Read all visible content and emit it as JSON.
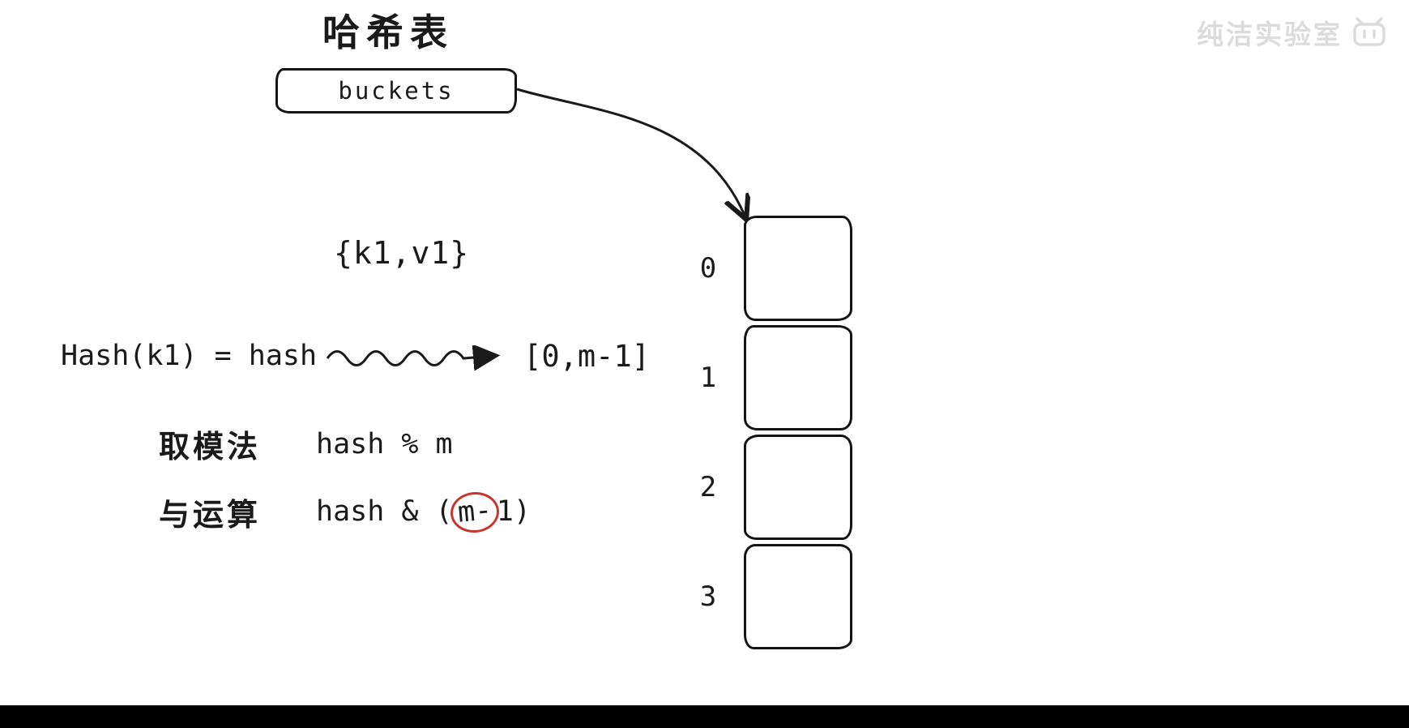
{
  "title": "哈希表",
  "buckets": {
    "label": "buckets"
  },
  "kv_pair": "{k1,v1}",
  "hash_line": {
    "lhs": "Hash(k1) = hash",
    "range": "[0,m-1]"
  },
  "methods": {
    "modulo": {
      "name": "取模法",
      "formula": "hash % m"
    },
    "bitand": {
      "name": "与运算",
      "prefix": "hash & (",
      "circled": "m-",
      "suffix": "1)"
    }
  },
  "array": {
    "indices": [
      "0",
      "1",
      "2",
      "3"
    ]
  },
  "watermark": {
    "text": "纯洁实验室"
  },
  "colors": {
    "ink": "#1a1a1a",
    "accent_red": "#c8372d",
    "watermark_gray": "#dcdcdc"
  }
}
